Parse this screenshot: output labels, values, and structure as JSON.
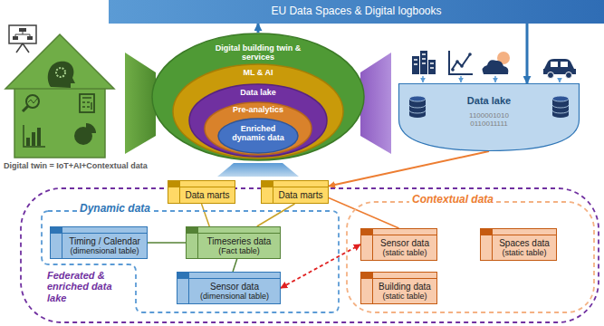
{
  "diagram": {
    "nodes": [
      {
        "text": [
          "EU Data Spaces & Digital logbooks"
        ]
      },
      {
        "text": [
          "Digital twin = IoT+AI+Contextual data"
        ]
      },
      {
        "text": [
          "Digital building twin & services"
        ]
      },
      {
        "text": [
          "ML & AI"
        ],
        "in": 2
      },
      {
        "text": [
          "Data lake"
        ],
        "in": 3
      },
      {
        "text": [
          "Pre-analytics"
        ],
        "in": 4
      },
      {
        "text": [
          "Enriched dynamic data"
        ],
        "in": 5
      },
      {
        "text": [
          "Data lake",
          "1100001010 0110011111"
        ]
      },
      {
        "text": [
          "Federated & enriched data lake"
        ]
      },
      {
        "text": [
          "Dynamic data"
        ],
        "in": 8
      },
      {
        "text": [
          "Contextual data"
        ],
        "in": 8
      },
      {
        "text": [
          "Data marts"
        ],
        "in": 8
      },
      {
        "text": [
          "Data marts"
        ],
        "in": 8
      },
      {
        "text": [
          "Timing / Calendar",
          "(dimensional table)"
        ],
        "in": 9
      },
      {
        "text": [
          "Timeseries data",
          "(Fact table)"
        ],
        "in": 9
      },
      {
        "text": [
          "Sensor data",
          "(dimensional table)"
        ],
        "in": 9
      },
      {
        "text": [
          "Sensor data",
          "(static table)"
        ],
        "in": 10
      },
      {
        "text": [
          "Spaces data",
          "(static table)"
        ],
        "in": 10
      },
      {
        "text": [
          "Building data",
          "(static table)"
        ],
        "in": 10
      }
    ],
    "edges": [
      {
        "from": 2,
        "to": 0,
        "arrow": "to"
      },
      {
        "from": 0,
        "to": 7,
        "arrow": "to"
      },
      {
        "from": 7,
        "to": 12,
        "arrow": "to"
      },
      {
        "from": 11,
        "to": 14,
        "arrow": "none"
      },
      {
        "from": 12,
        "to": 14,
        "arrow": "none"
      },
      {
        "from": 13,
        "to": 14,
        "arrow": "none"
      },
      {
        "from": 14,
        "to": 15,
        "arrow": "none"
      },
      {
        "from": 15,
        "to": 16,
        "arrow": "both"
      },
      {
        "from": 12,
        "to": 16,
        "arrow": "none"
      }
    ]
  }
}
